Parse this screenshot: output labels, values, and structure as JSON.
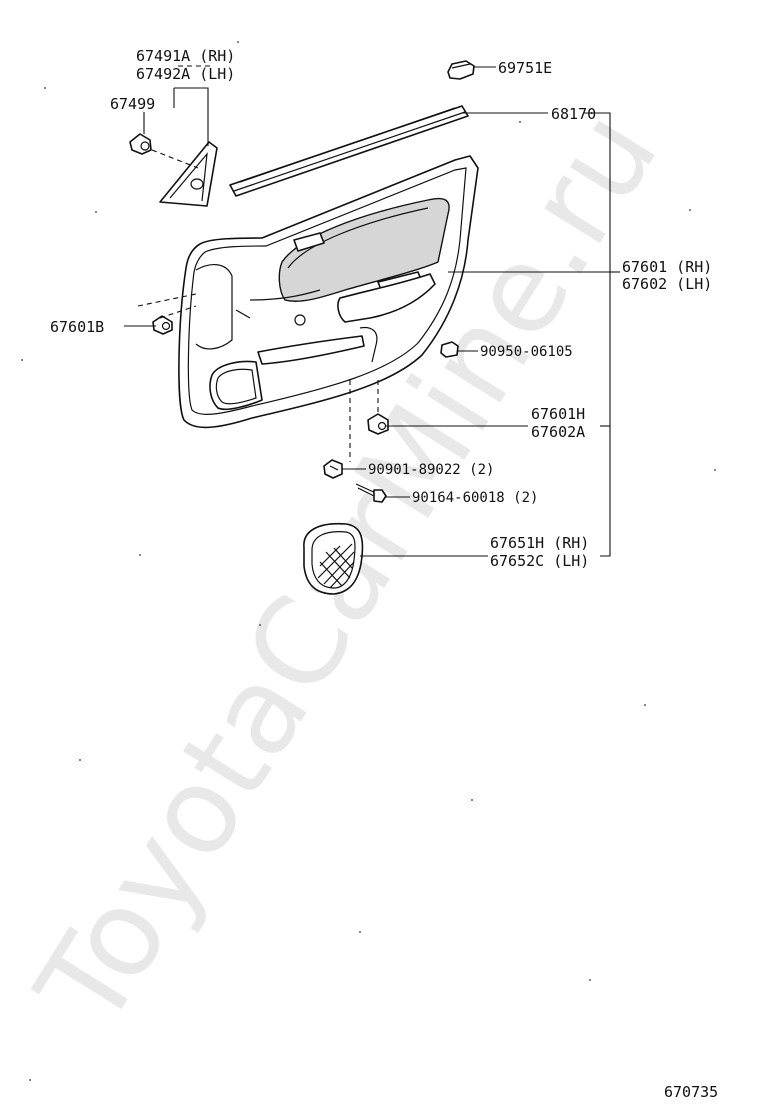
{
  "watermark": "ToyotaCarMine.ru",
  "figure_number": "670735",
  "callouts": {
    "c67491": {
      "rh": "67491A (RH)",
      "lh": "67492A (LH)"
    },
    "c67499": "67499",
    "c69751": "69751E",
    "c68170": "68170",
    "c67601": {
      "rh": "67601 (RH)",
      "lh": "67602 (LH)"
    },
    "c67601b": "67601B",
    "c90950": "90950-06105",
    "c67601h": {
      "a": "67601H",
      "b": "67602A"
    },
    "c90901": "90901-89022 (2)",
    "c90164": "90164-60018 (2)",
    "c67651": {
      "rh": "67651H (RH)",
      "lh": "67652C (LH)"
    }
  }
}
